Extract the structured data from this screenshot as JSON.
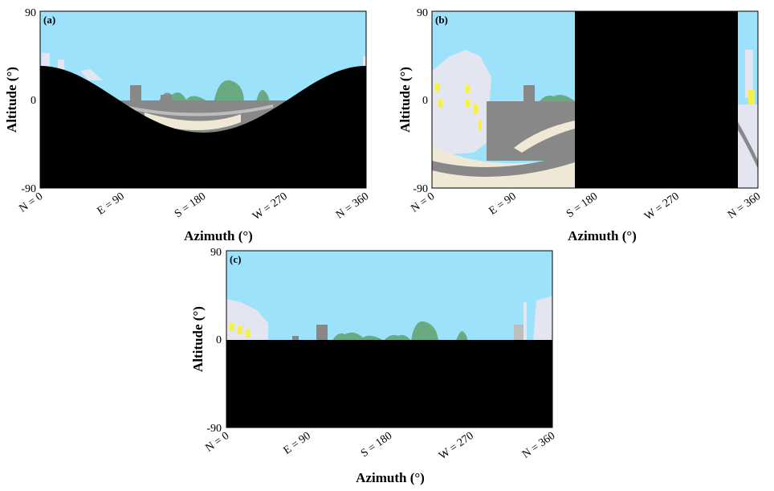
{
  "chart_data": [
    {
      "type": "image-plot",
      "panel_label": "(a)",
      "xlabel": "Azimuth (°)",
      "ylabel": "Altitude (°)",
      "xlim": [
        0,
        360
      ],
      "ylim": [
        -90,
        90
      ],
      "yticks": [
        "90",
        "0",
        "-90"
      ],
      "xticks": [
        {
          "value": 0,
          "label": "N = 0"
        },
        {
          "value": 90,
          "label": "E = 90"
        },
        {
          "value": 180,
          "label": "S = 180"
        },
        {
          "value": 270,
          "label": "W = 270"
        },
        {
          "value": 360,
          "label": "N = 360"
        }
      ],
      "mask": "sinusoidal lower horizon mask"
    },
    {
      "type": "image-plot",
      "panel_label": "(b)",
      "xlabel": "Azimuth (°)",
      "ylabel": "Altitude (°)",
      "xlim": [
        0,
        360
      ],
      "ylim": [
        -90,
        90
      ],
      "yticks": [
        "90",
        "0",
        "-90"
      ],
      "xticks": [
        {
          "value": 0,
          "label": "N = 0"
        },
        {
          "value": 90,
          "label": "E = 90"
        },
        {
          "value": 180,
          "label": "S = 180"
        },
        {
          "value": 270,
          "label": "W = 270"
        },
        {
          "value": 360,
          "label": "N = 360"
        }
      ],
      "mask": "vertical band mask from azimuth ≈ 165 to ≈ 330"
    },
    {
      "type": "image-plot",
      "panel_label": "(c)",
      "xlabel": "Azimuth (°)",
      "ylabel": "Altitude (°)",
      "xlim": [
        0,
        360
      ],
      "ylim": [
        -90,
        90
      ],
      "yticks": [
        "90",
        "0",
        "-90"
      ],
      "xticks": [
        {
          "value": 0,
          "label": "N = 0"
        },
        {
          "value": 90,
          "label": "E = 90"
        },
        {
          "value": 180,
          "label": "S = 180"
        },
        {
          "value": 270,
          "label": "W = 270"
        },
        {
          "value": 360,
          "label": "N = 360"
        }
      ],
      "mask": "everything below altitude 0 masked"
    }
  ],
  "colors": {
    "sky": "#9de2fb",
    "ground": "#888888",
    "road": "#f0e8d7",
    "building": "#e3e5f0",
    "tree": "#6aaa82",
    "window": "#f6f146",
    "mask": "#000000"
  }
}
